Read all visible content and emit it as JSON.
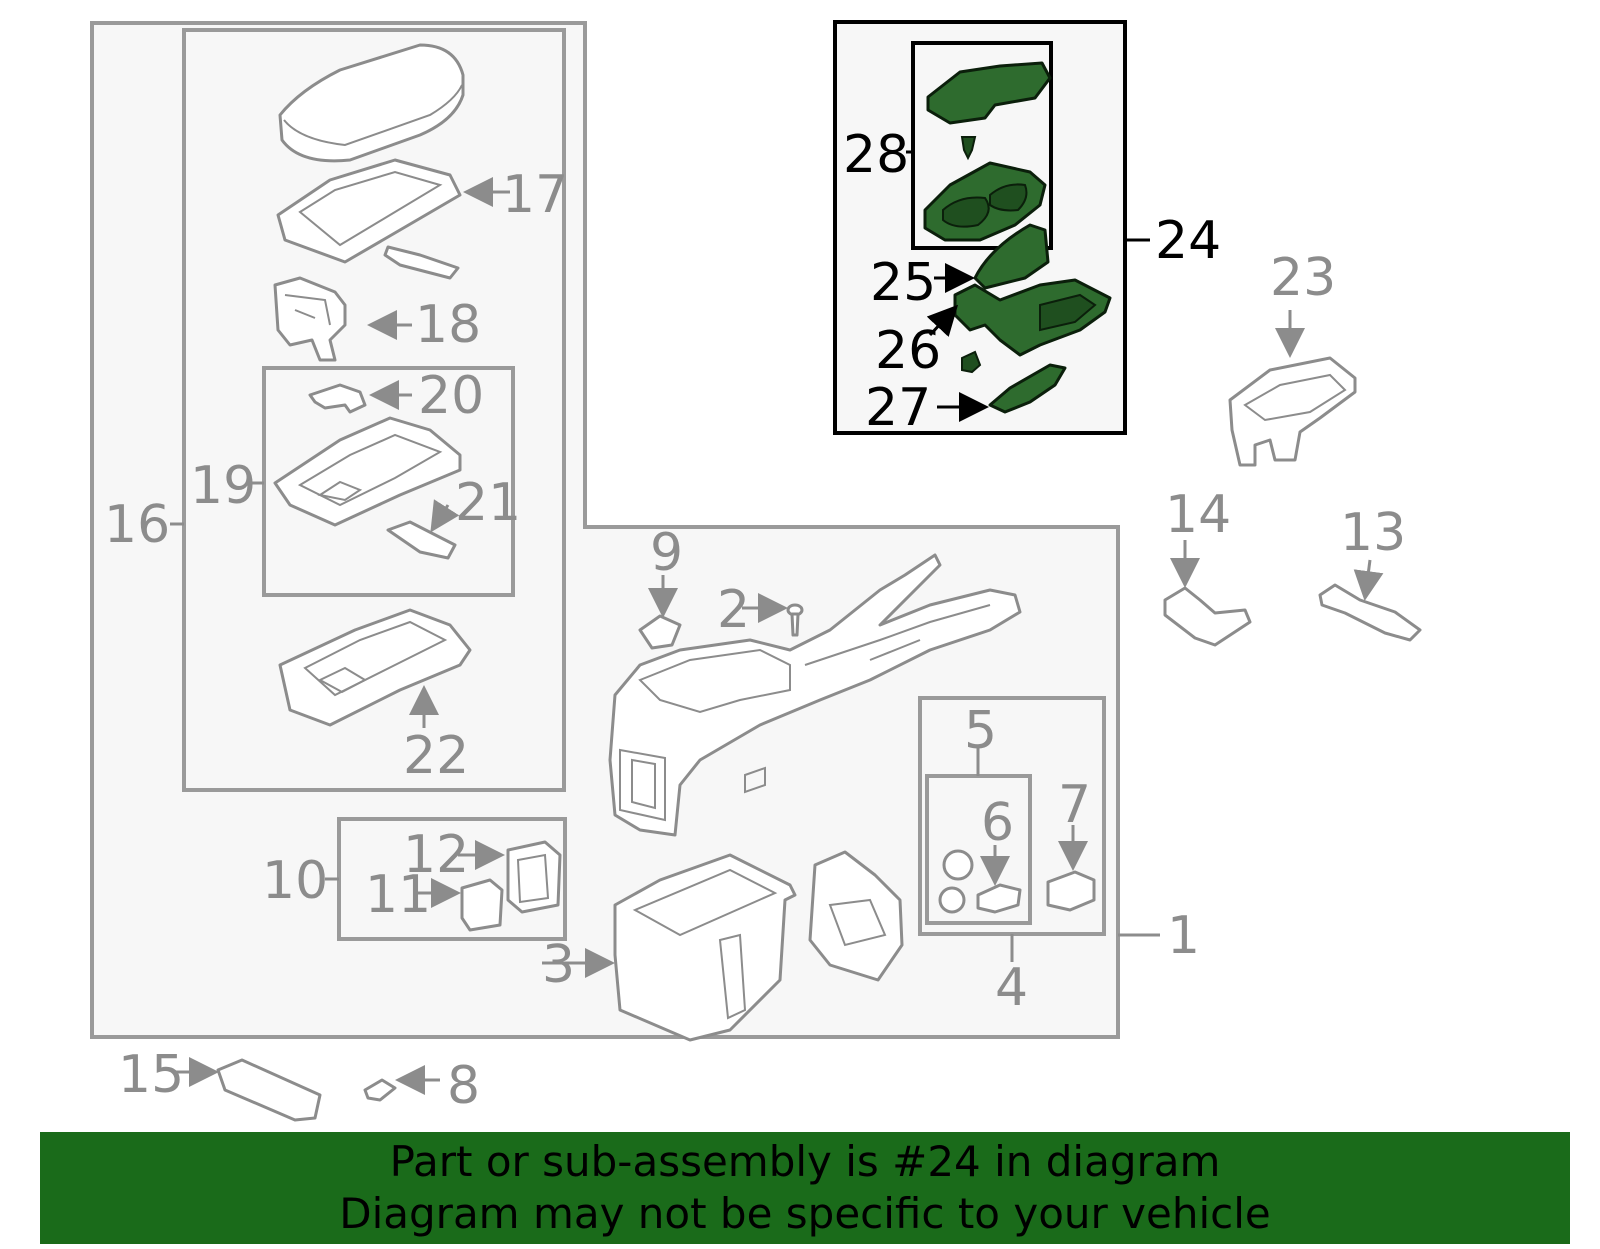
{
  "labels": {
    "n1": "1",
    "n2": "2",
    "n3": "3",
    "n4": "4",
    "n5": "5",
    "n6": "6",
    "n7": "7",
    "n8": "8",
    "n9": "9",
    "n10": "10",
    "n11": "11",
    "n12": "12",
    "n13": "13",
    "n14": "14",
    "n15": "15",
    "n16": "16",
    "n17": "17",
    "n18": "18",
    "n19": "19",
    "n20": "20",
    "n21": "21",
    "n22": "22",
    "n23": "23",
    "n24": "24",
    "n25": "25",
    "n26": "26",
    "n27": "27",
    "n28": "28"
  },
  "highlight_color": "#2e6b2e",
  "banner": {
    "line1": "Part or sub-assembly is #24 in diagram",
    "line2": "Diagram may not be specific to your vehicle",
    "background": "#1a6b1a"
  }
}
